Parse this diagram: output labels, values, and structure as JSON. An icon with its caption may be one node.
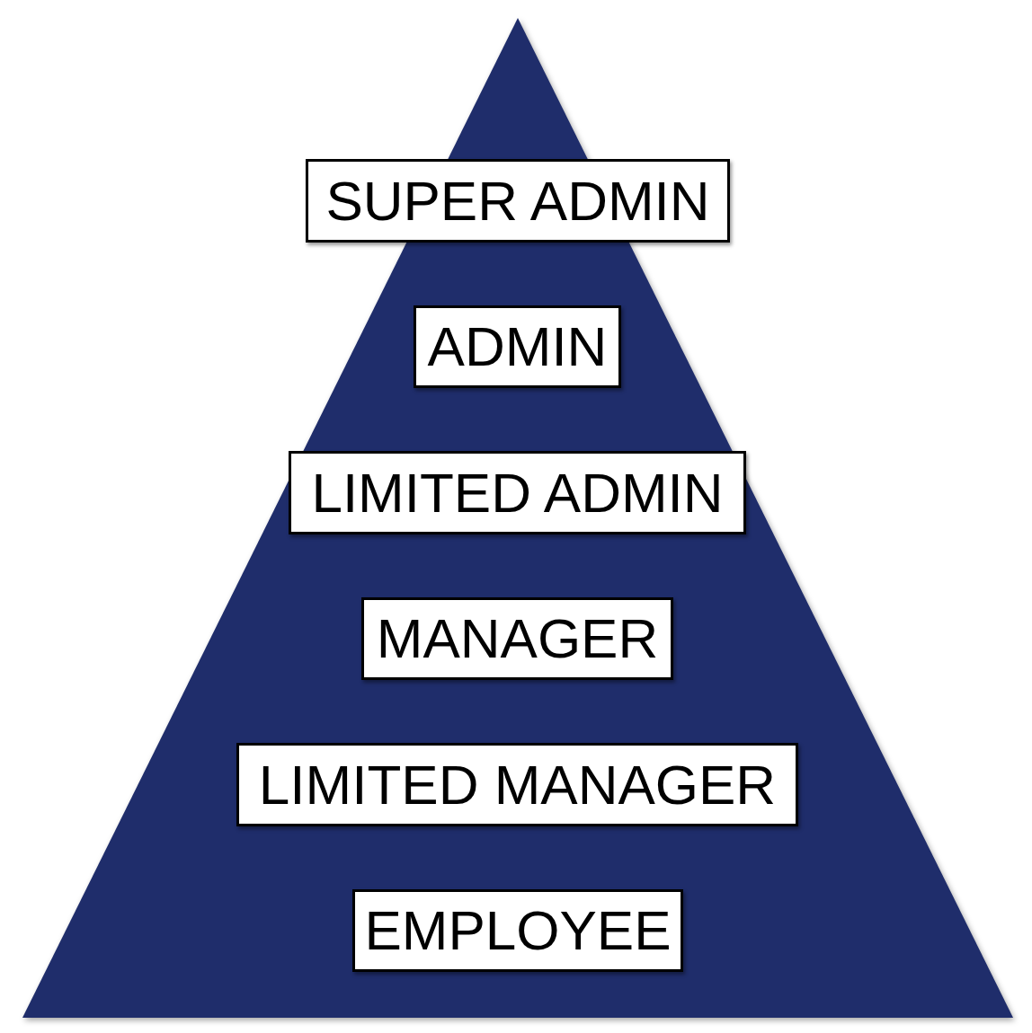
{
  "diagram": {
    "nodes": [
      {
        "text": [],
        "shape": "triangle"
      },
      {
        "text": [
          "SUPER ADMIN"
        ],
        "in": 0
      },
      {
        "text": [
          "ADMIN"
        ],
        "in": 0
      },
      {
        "text": [
          "LIMITED ADMIN"
        ],
        "in": 0
      },
      {
        "text": [
          "MANAGER"
        ],
        "in": 0
      },
      {
        "text": [
          "LIMITED MANAGER"
        ],
        "in": 0
      },
      {
        "text": [
          "EMPLOYEE"
        ],
        "in": 0
      }
    ],
    "edges": []
  }
}
